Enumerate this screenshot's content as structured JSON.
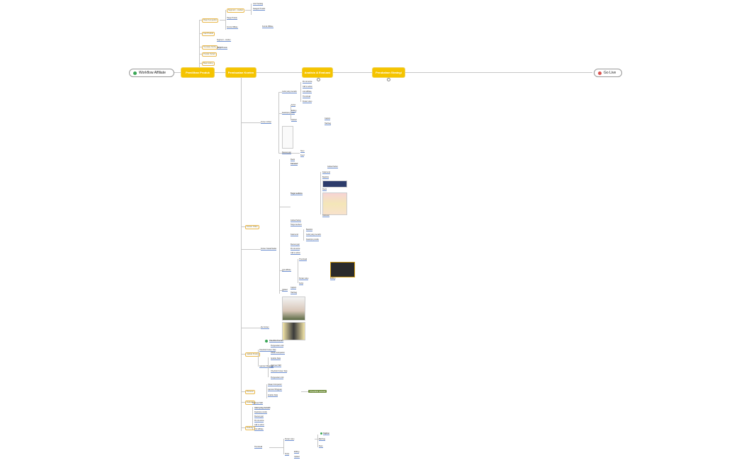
{
  "app": {
    "workflow_title": "Workflow Affiliate",
    "go_live": "Go Live",
    "colors": {
      "accent": "#f5c400",
      "status_green": "#3aa655",
      "status_red": "#d9534f"
    }
  },
  "main_nodes": [
    "Pemilihan Produk",
    "Pembuatan Konten",
    "Analisis & Evaluasi",
    "Perubahan Strategi"
  ],
  "branch1": {
    "items": [
      "Riset Kompetitor",
      "Cari Produk",
      "Tentukan Niche",
      "Produk Terlaris",
      "Buat Listing"
    ],
    "leaves": [
      "Segment – Audien",
      "Harga Produk",
      "Komisi Affiliate",
      "Link Tracking",
      "Kategori Produk"
    ]
  },
  "branch2": {
    "groups": [
      "Konten Artikel",
      "Konten Video",
      "Konten Sosial Media",
      "Ide Konten",
      "Jadwal Posting",
      "Promosi",
      "Evaluasi"
    ],
    "leaves": [
      "Judul yang menarik",
      "Deskripsi produk",
      "Review jujur",
      "Pro & kontra",
      "Call to action",
      "Link affiliate",
      "Thumbnail",
      "Durasi video",
      "Script",
      "Editing",
      "Upload",
      "Caption",
      "Hashtag",
      "Story",
      "Feed",
      "Reels",
      "Carousel",
      "Jadwal harian",
      "Target audiens",
      "Kata kunci",
      "Backlink"
    ]
  },
  "checklist": {
    "title": "Checklist Konten",
    "items": [
      "Checklist Konten Siap",
      "Pengecekan Link",
      "Ulasan Kompetitor",
      "Laporan Mingguan",
      "Analisis Data",
      "Optimasi SEO"
    ]
  },
  "badge_label": "Checklist selesai"
}
